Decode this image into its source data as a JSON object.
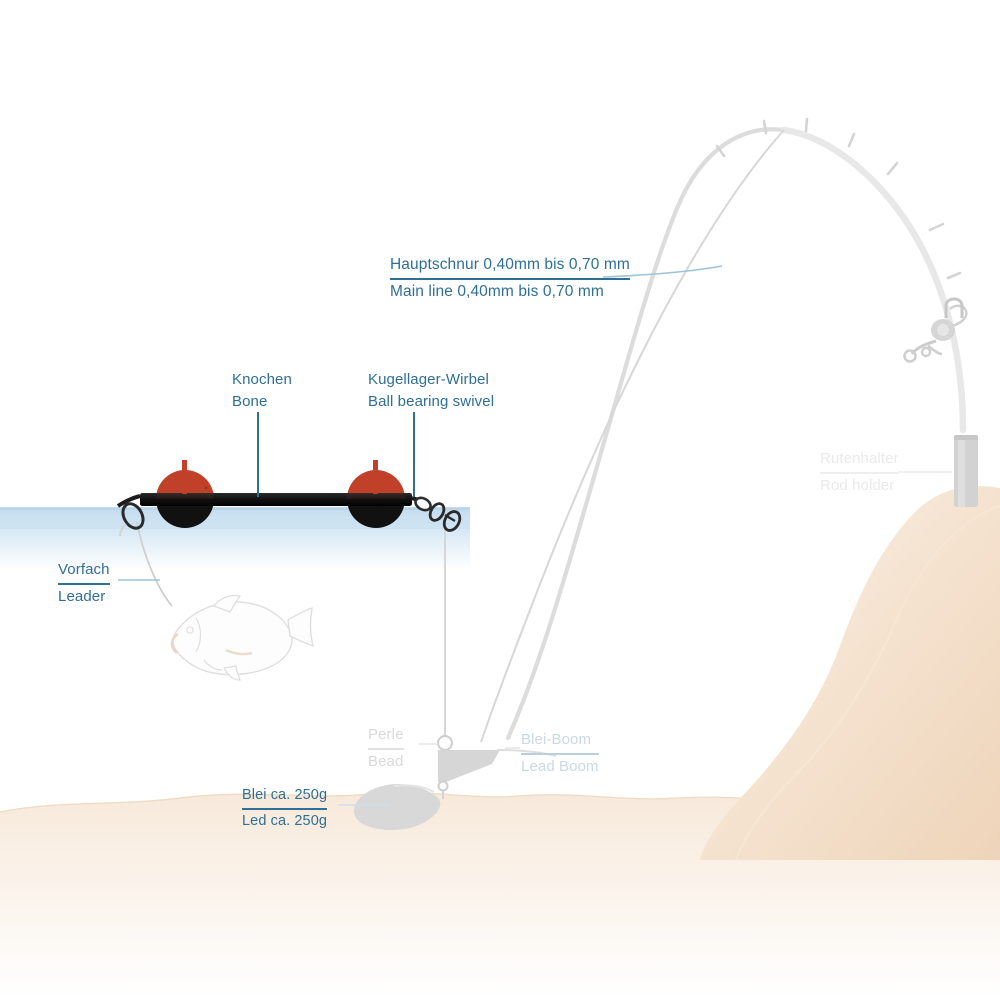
{
  "diagram": {
    "title": "Fishing rig diagram - bone float paternoster rig",
    "colors": {
      "label_blue": "#2f6f96",
      "float_red": "#c0402a",
      "float_black": "#1a1a1a",
      "water_blue": "#cfe4f2",
      "sand_beige": "#f2dfc9",
      "ghost_gray": "#d9d9d9",
      "line_gray": "#d5d5d5"
    }
  },
  "labels": {
    "main_line": {
      "de": "Hauptschnur 0,40mm bis 0,70 mm",
      "en": "Main line 0,40mm bis 0,70 mm"
    },
    "bone": {
      "de": "Knochen",
      "en": "Bone"
    },
    "swivel": {
      "de": "Kugellager-Wirbel",
      "en": "Ball bearing swivel"
    },
    "leader": {
      "de": "Vorfach",
      "en": "Leader"
    },
    "bead": {
      "de": "Perle",
      "en": "Bead"
    },
    "boom": {
      "de": "Blei-Boom",
      "en": "Lead Boom"
    },
    "lead_weight": {
      "de": "Blei ca. 250g",
      "en": "Led ca. 250g"
    },
    "rod_holder": {
      "de": "Rutenhalter",
      "en": "Rod holder"
    }
  },
  "components": {
    "bone_float": "bone-float-icon",
    "ball_bearing_swivel": "swivel-icon",
    "snap_link": "snap-link-icon",
    "bait_fish": "bait-fish-icon",
    "bead": "bead-icon",
    "boom": "boom-icon",
    "lead_weight": "lead-weight-icon",
    "fishing_rod": "fishing-rod-icon",
    "reel": "reel-icon",
    "rod_holder": "rod-holder-icon",
    "water_surface": "water-surface",
    "sea_bed": "sea-bed",
    "bank_slope": "bank-slope"
  }
}
